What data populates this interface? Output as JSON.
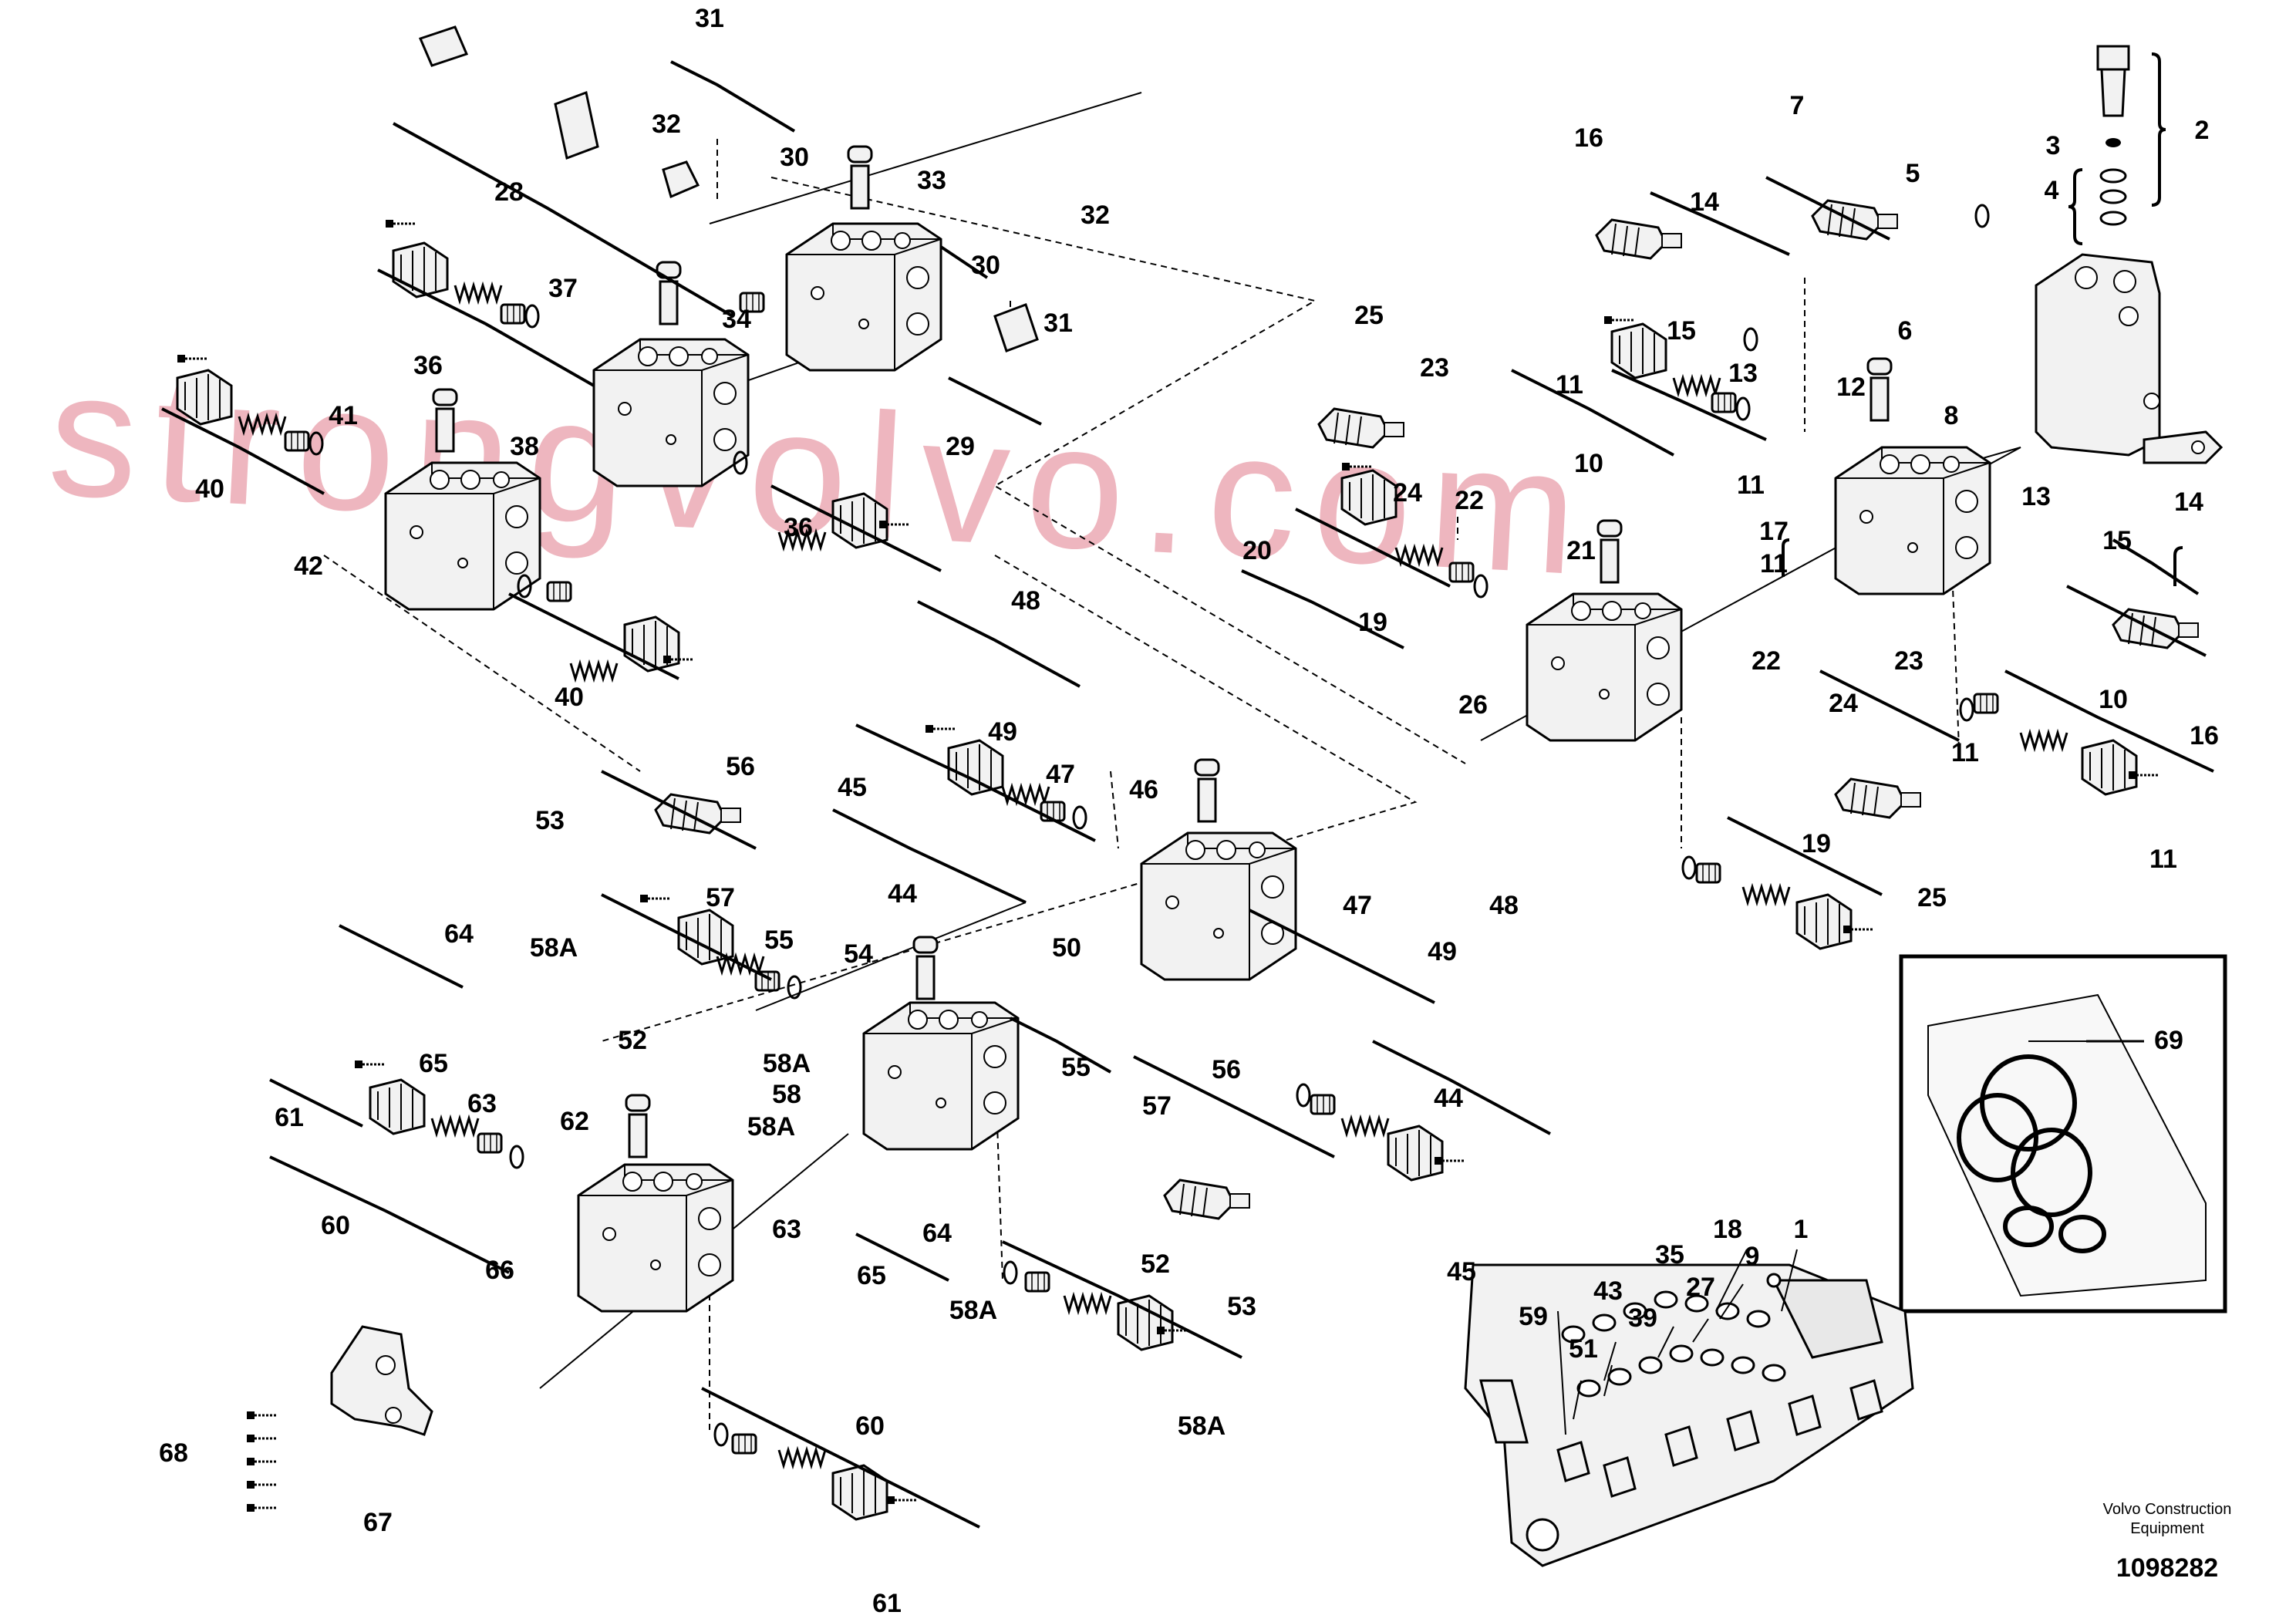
{
  "diagram": {
    "callouts": [
      {
        "id": "c1",
        "text": "1"
      },
      {
        "id": "c2",
        "text": "2"
      },
      {
        "id": "c3",
        "text": "3"
      },
      {
        "id": "c4",
        "text": "4"
      },
      {
        "id": "c5",
        "text": "5"
      },
      {
        "id": "c6",
        "text": "6"
      },
      {
        "id": "c7",
        "text": "7"
      },
      {
        "id": "c8",
        "text": "8"
      },
      {
        "id": "c9",
        "text": "9"
      },
      {
        "id": "c10a",
        "text": "10"
      },
      {
        "id": "c10b",
        "text": "10"
      },
      {
        "id": "c11a",
        "text": "11"
      },
      {
        "id": "c11b",
        "text": "11"
      },
      {
        "id": "c11c",
        "text": "11"
      },
      {
        "id": "c11d",
        "text": "11"
      },
      {
        "id": "c11e",
        "text": "11"
      },
      {
        "id": "c12",
        "text": "12"
      },
      {
        "id": "c13a",
        "text": "13"
      },
      {
        "id": "c13b",
        "text": "13"
      },
      {
        "id": "c14a",
        "text": "14"
      },
      {
        "id": "c14b",
        "text": "14"
      },
      {
        "id": "c15a",
        "text": "15"
      },
      {
        "id": "c15b",
        "text": "15"
      },
      {
        "id": "c16a",
        "text": "16"
      },
      {
        "id": "c16b",
        "text": "16"
      },
      {
        "id": "c17",
        "text": "17"
      },
      {
        "id": "c18",
        "text": "18"
      },
      {
        "id": "c19a",
        "text": "19"
      },
      {
        "id": "c19b",
        "text": "19"
      },
      {
        "id": "c20",
        "text": "20"
      },
      {
        "id": "c21",
        "text": "21"
      },
      {
        "id": "c22a",
        "text": "22"
      },
      {
        "id": "c22b",
        "text": "22"
      },
      {
        "id": "c23a",
        "text": "23"
      },
      {
        "id": "c23b",
        "text": "23"
      },
      {
        "id": "c24a",
        "text": "24"
      },
      {
        "id": "c24b",
        "text": "24"
      },
      {
        "id": "c25a",
        "text": "25"
      },
      {
        "id": "c25b",
        "text": "25"
      },
      {
        "id": "c26",
        "text": "26"
      },
      {
        "id": "c27",
        "text": "27"
      },
      {
        "id": "c28",
        "text": "28"
      },
      {
        "id": "c29",
        "text": "29"
      },
      {
        "id": "c30a",
        "text": "30"
      },
      {
        "id": "c30b",
        "text": "30"
      },
      {
        "id": "c31a",
        "text": "31"
      },
      {
        "id": "c31b",
        "text": "31"
      },
      {
        "id": "c32a",
        "text": "32"
      },
      {
        "id": "c32b",
        "text": "32"
      },
      {
        "id": "c33",
        "text": "33"
      },
      {
        "id": "c34",
        "text": "34"
      },
      {
        "id": "c35",
        "text": "35"
      },
      {
        "id": "c36a",
        "text": "36"
      },
      {
        "id": "c36b",
        "text": "36"
      },
      {
        "id": "c37",
        "text": "37"
      },
      {
        "id": "c38",
        "text": "38"
      },
      {
        "id": "c39",
        "text": "39"
      },
      {
        "id": "c40a",
        "text": "40"
      },
      {
        "id": "c40b",
        "text": "40"
      },
      {
        "id": "c41",
        "text": "41"
      },
      {
        "id": "c42",
        "text": "42"
      },
      {
        "id": "c43",
        "text": "43"
      },
      {
        "id": "c44a",
        "text": "44"
      },
      {
        "id": "c44b",
        "text": "44"
      },
      {
        "id": "c45a",
        "text": "45"
      },
      {
        "id": "c45b",
        "text": "45"
      },
      {
        "id": "c46",
        "text": "46"
      },
      {
        "id": "c47a",
        "text": "47"
      },
      {
        "id": "c47b",
        "text": "47"
      },
      {
        "id": "c48a",
        "text": "48"
      },
      {
        "id": "c48b",
        "text": "48"
      },
      {
        "id": "c49a",
        "text": "49"
      },
      {
        "id": "c49b",
        "text": "49"
      },
      {
        "id": "c50",
        "text": "50"
      },
      {
        "id": "c51",
        "text": "51"
      },
      {
        "id": "c52a",
        "text": "52"
      },
      {
        "id": "c52b",
        "text": "52"
      },
      {
        "id": "c53a",
        "text": "53"
      },
      {
        "id": "c53b",
        "text": "53"
      },
      {
        "id": "c54",
        "text": "54"
      },
      {
        "id": "c55a",
        "text": "55"
      },
      {
        "id": "c55b",
        "text": "55"
      },
      {
        "id": "c56a",
        "text": "56"
      },
      {
        "id": "c56b",
        "text": "56"
      },
      {
        "id": "c57a",
        "text": "57"
      },
      {
        "id": "c57b",
        "text": "57"
      },
      {
        "id": "c58",
        "text": "58"
      },
      {
        "id": "c58Aa",
        "text": "58A"
      },
      {
        "id": "c58Ab",
        "text": "58A"
      },
      {
        "id": "c58Ac",
        "text": "58A"
      },
      {
        "id": "c58Ad",
        "text": "58A"
      },
      {
        "id": "c58Ae",
        "text": "58A"
      },
      {
        "id": "c59",
        "text": "59"
      },
      {
        "id": "c60a",
        "text": "60"
      },
      {
        "id": "c60b",
        "text": "60"
      },
      {
        "id": "c61a",
        "text": "61"
      },
      {
        "id": "c61b",
        "text": "61"
      },
      {
        "id": "c62",
        "text": "62"
      },
      {
        "id": "c63a",
        "text": "63"
      },
      {
        "id": "c63b",
        "text": "63"
      },
      {
        "id": "c64a",
        "text": "64"
      },
      {
        "id": "c64b",
        "text": "64"
      },
      {
        "id": "c65a",
        "text": "65"
      },
      {
        "id": "c65b",
        "text": "65"
      },
      {
        "id": "c66",
        "text": "66"
      },
      {
        "id": "c67",
        "text": "67"
      },
      {
        "id": "c68",
        "text": "68"
      },
      {
        "id": "c69",
        "text": "69"
      }
    ],
    "company": "Volvo Construction",
    "company_line2": "Equipment",
    "drawing_number": "1098282",
    "watermark": "strongvolvo.com"
  },
  "colors": {
    "ink": "#000000",
    "paper": "#ffffff",
    "part_fill": "#f2f2f2",
    "watermark": "#e07a8a"
  }
}
